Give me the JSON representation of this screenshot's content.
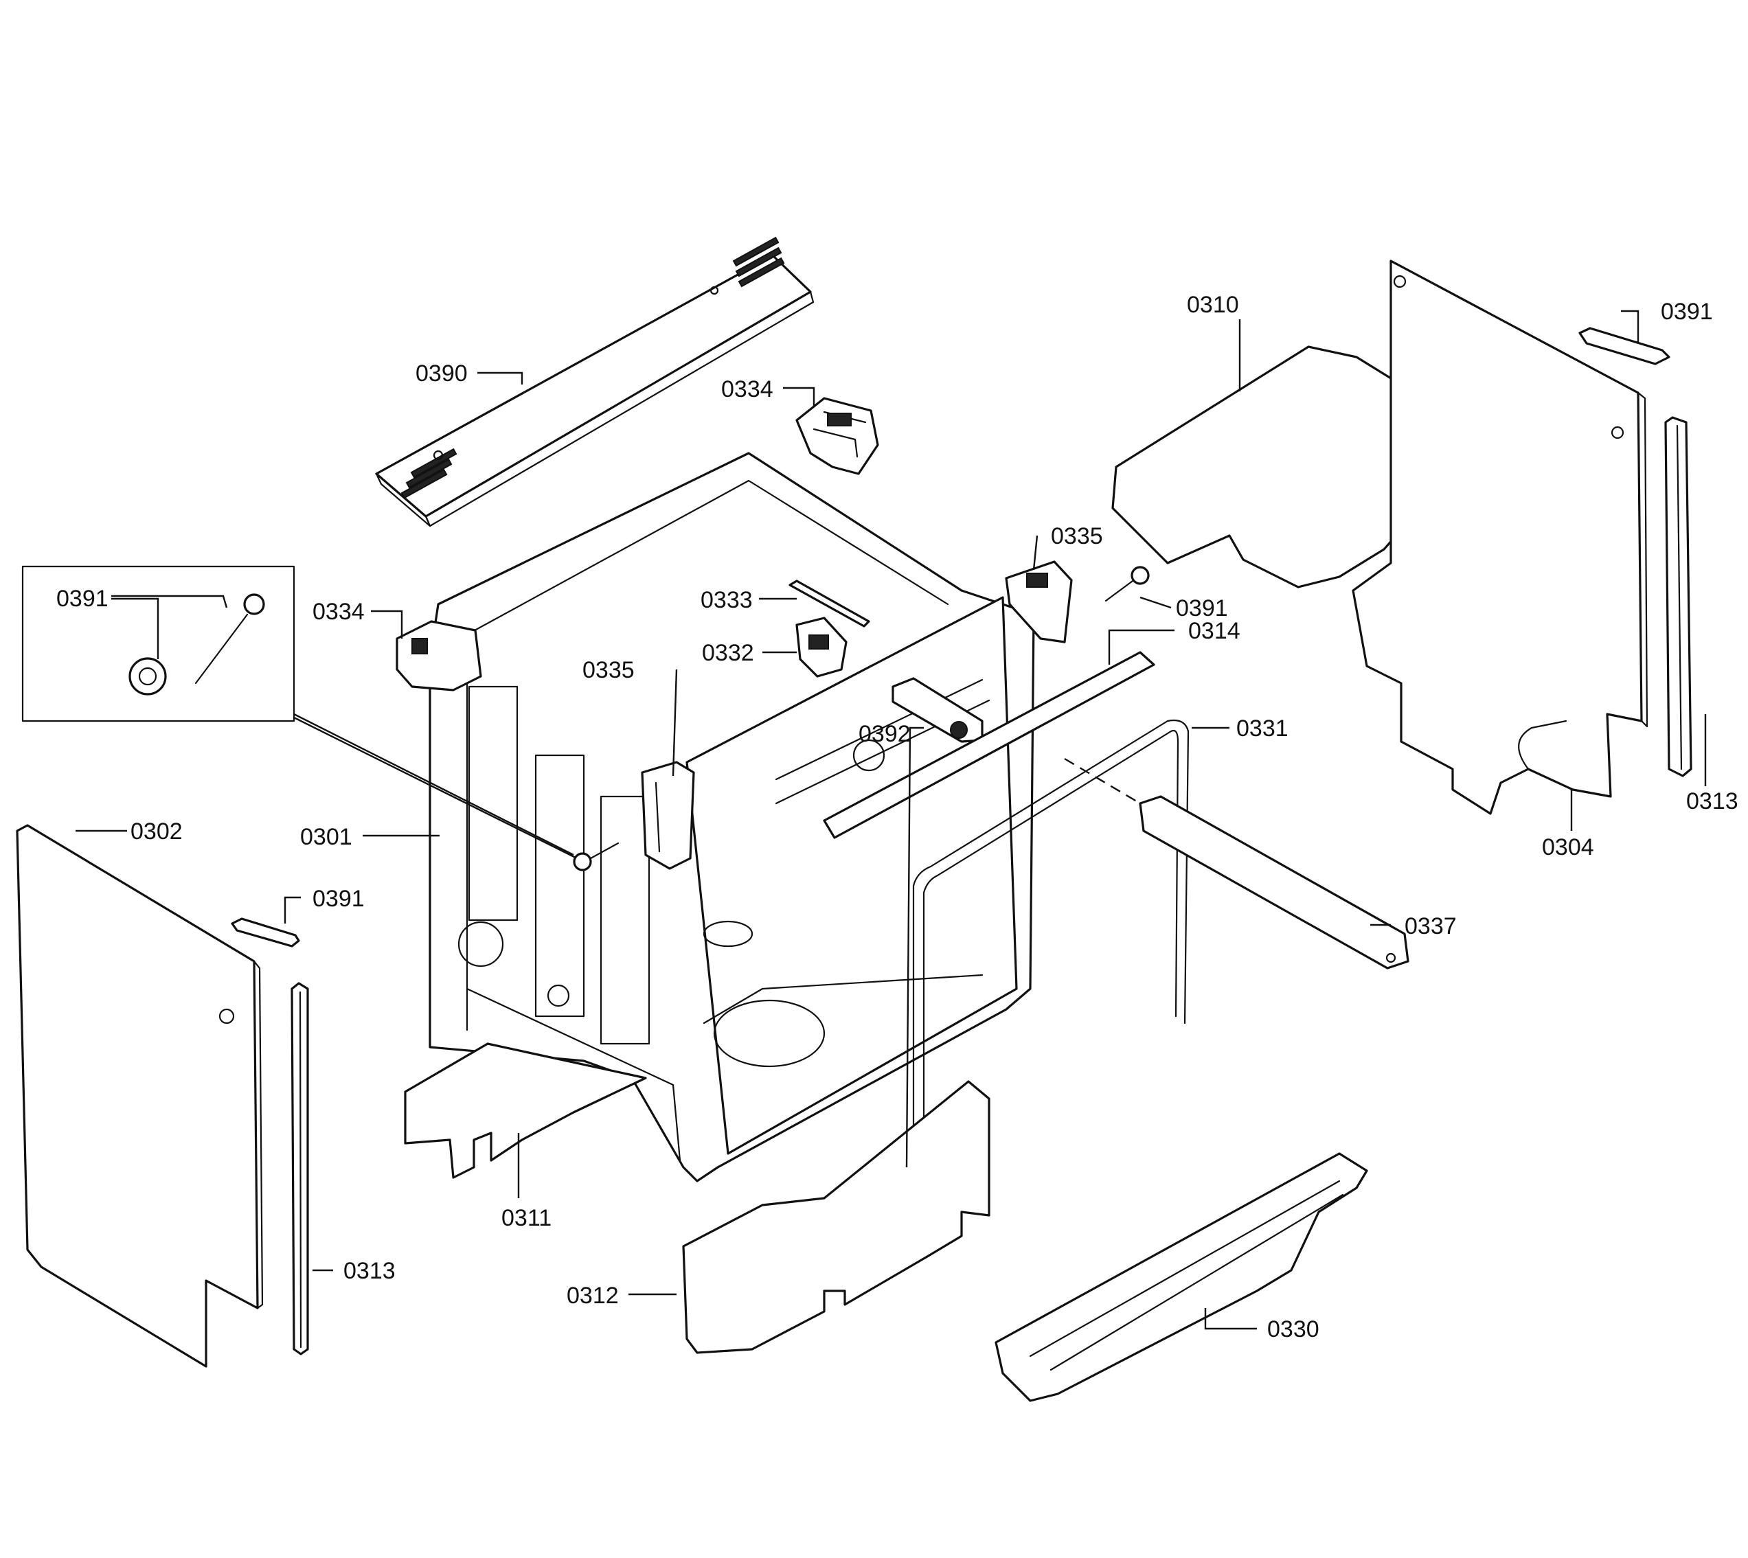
{
  "callouts": [
    {
      "id": "c0390",
      "label": "0390"
    },
    {
      "id": "c0334a",
      "label": "0334"
    },
    {
      "id": "c0334b",
      "label": "0334"
    },
    {
      "id": "c0310",
      "label": "0310"
    },
    {
      "id": "c0391a",
      "label": "0391"
    },
    {
      "id": "c0391b",
      "label": "0391"
    },
    {
      "id": "c0391c",
      "label": "0391"
    },
    {
      "id": "c0391d",
      "label": "0391"
    },
    {
      "id": "c0335a",
      "label": "0335"
    },
    {
      "id": "c0335b",
      "label": "0335"
    },
    {
      "id": "c0333",
      "label": "0333"
    },
    {
      "id": "c0332",
      "label": "0332"
    },
    {
      "id": "c0314",
      "label": "0314"
    },
    {
      "id": "c0392",
      "label": "0392"
    },
    {
      "id": "c0331",
      "label": "0331"
    },
    {
      "id": "c0313a",
      "label": "0313"
    },
    {
      "id": "c0313b",
      "label": "0313"
    },
    {
      "id": "c0304",
      "label": "0304"
    },
    {
      "id": "c0302",
      "label": "0302"
    },
    {
      "id": "c0301",
      "label": "0301"
    },
    {
      "id": "c0337",
      "label": "0337"
    },
    {
      "id": "c0311",
      "label": "0311"
    },
    {
      "id": "c0312",
      "label": "0312"
    },
    {
      "id": "c0330",
      "label": "0330"
    }
  ]
}
